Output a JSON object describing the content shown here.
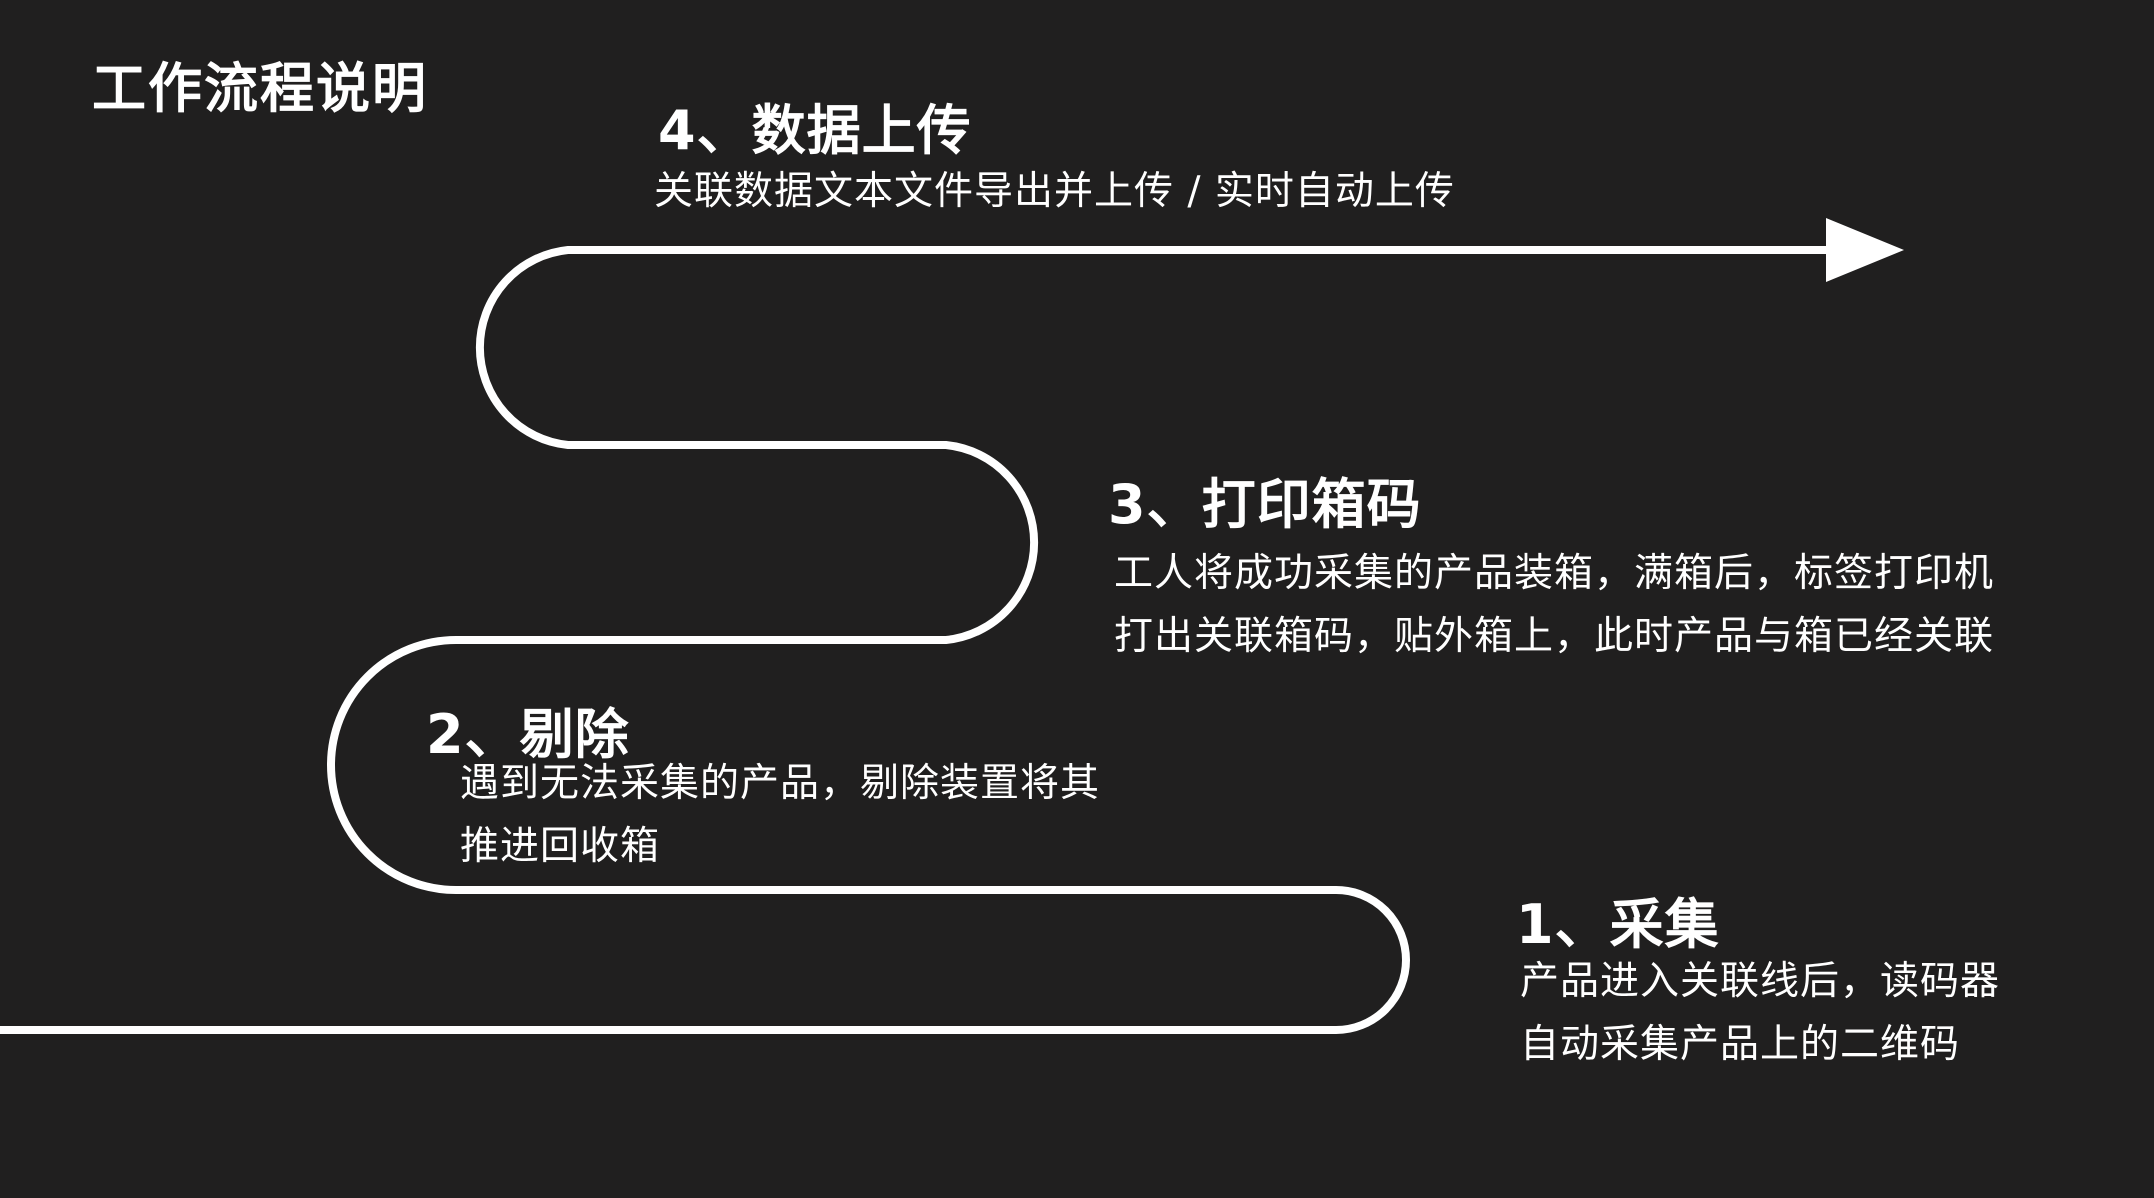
{
  "page": {
    "title": "工作流程说明",
    "background": "#201f1f",
    "foreground": "#ffffff"
  },
  "steps": [
    {
      "title": "1、采集",
      "lines": [
        "产品进入关联线后，读码器",
        "自动采集产品上的二维码"
      ]
    },
    {
      "title": "2、剔除",
      "lines": [
        "遇到无法采集的产品，剔除装置将其",
        "推进回收箱"
      ]
    },
    {
      "title": "3、打印箱码",
      "lines": [
        "工人将成功采集的产品装箱，满箱后，标签打印机",
        "打出关联箱码，贴外箱上，此时产品与箱已经关联"
      ]
    },
    {
      "title": "4、数据上传",
      "lines": [
        "关联数据文本文件导出并上传 / 实时自动上传"
      ]
    }
  ],
  "path": {
    "arrow_icon": "arrowhead-right",
    "color": "#ffffff"
  }
}
